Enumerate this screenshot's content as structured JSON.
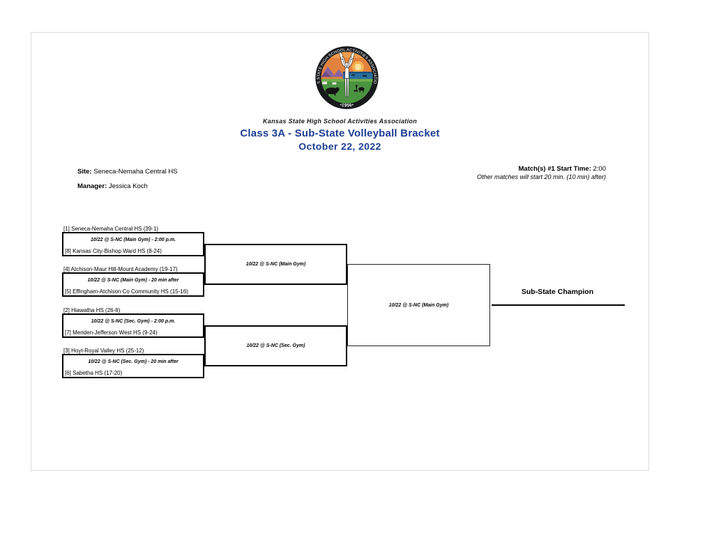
{
  "header": {
    "org": "Kansas State High School Activities Association",
    "title": "Class 3A - Sub-State Volleyball Bracket",
    "date": "October 22, 2022",
    "title_color": "#1c3e94"
  },
  "logo": {
    "ring_text": "KANSAS STATE HIGH SCHOOL ACTIVITIES ASSOCIATION, INC.",
    "year_text": "•1956•",
    "ring_color": "#17191c",
    "sky_color": "#e2833d",
    "land_color": "#4a9440",
    "water_color": "#2a6d9e"
  },
  "info": {
    "site_label": "Site:",
    "site_value": "Seneca-Nemaha Central HS",
    "manager_label": "Manager:",
    "manager_value": "Jessica Koch",
    "start_label": "Match(s) #1 Start Time:",
    "start_value": "2:00",
    "start_note": "Other matches will start 20 min. (10 min) after)"
  },
  "bracket": {
    "champion_label": "Sub-State Champion",
    "round1": [
      {
        "top": "[1] Seneca-Nemaha Central HS (39-1)",
        "info": "10/22 @ S-NC (Main Gym) - 2:00 p.m.",
        "bottom": "[8] Kansas City-Bishop Ward HS (8-24)"
      },
      {
        "top": "[4] Atchison-Maur Hill-Mount Academy (19-17)",
        "info": "10/22 @ S-NC (Main Gym) - 20 min after",
        "bottom": "[5] Effingham-Atchison Co Community HS (15-16)"
      },
      {
        "top": "[2] Hiawatha HS (26-8)",
        "info": "10/22 @ S-NC (Sec. Gym) - 2:00 p.m.",
        "bottom": "[7] Meriden-Jefferson West HS (9-24)"
      },
      {
        "top": "[3] Hoyt-Royal Valley HS (25-12)",
        "info": "10/22 @ S-NC (Sec. Gym) - 20 min after",
        "bottom": "[6] Sabetha HS (17-20)"
      }
    ],
    "semifinals": [
      {
        "info": "10/22 @ S-NC (Main Gym)"
      },
      {
        "info": "10/22 @ S-NC (Sec. Gym)"
      }
    ],
    "final": {
      "info": "10/22 @ S-NC (Main Gym)"
    }
  }
}
